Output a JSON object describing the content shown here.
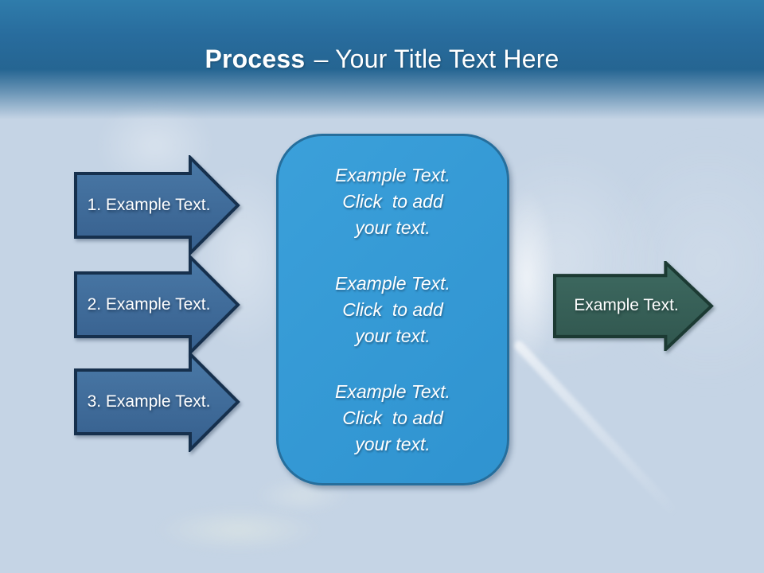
{
  "slide": {
    "title": {
      "emphasis": "Process",
      "rest": "– Your Title Text Here"
    },
    "steps": [
      {
        "label": "1. Example Text."
      },
      {
        "label": "2. Example Text."
      },
      {
        "label": "3. Example Text."
      }
    ],
    "center_panel": {
      "blocks": [
        {
          "lines": [
            "Example Text.",
            "Click  to add",
            "your text."
          ]
        },
        {
          "lines": [
            "Example Text.",
            "Click  to add",
            "your text."
          ]
        },
        {
          "lines": [
            "Example Text.",
            "Click  to add",
            "your text."
          ]
        }
      ]
    },
    "result_arrow": {
      "label": "Example Text."
    },
    "colors": {
      "background": "#c5d4e5",
      "header_blue": "#256592",
      "step_arrow_fill": "#3d6b9b",
      "step_arrow_border": "#16304d",
      "panel_fill": "#3498d5",
      "panel_border": "#266e9c",
      "result_arrow_fill": "#38625a",
      "result_arrow_border": "#1c3a33",
      "text": "#ffffff"
    }
  }
}
